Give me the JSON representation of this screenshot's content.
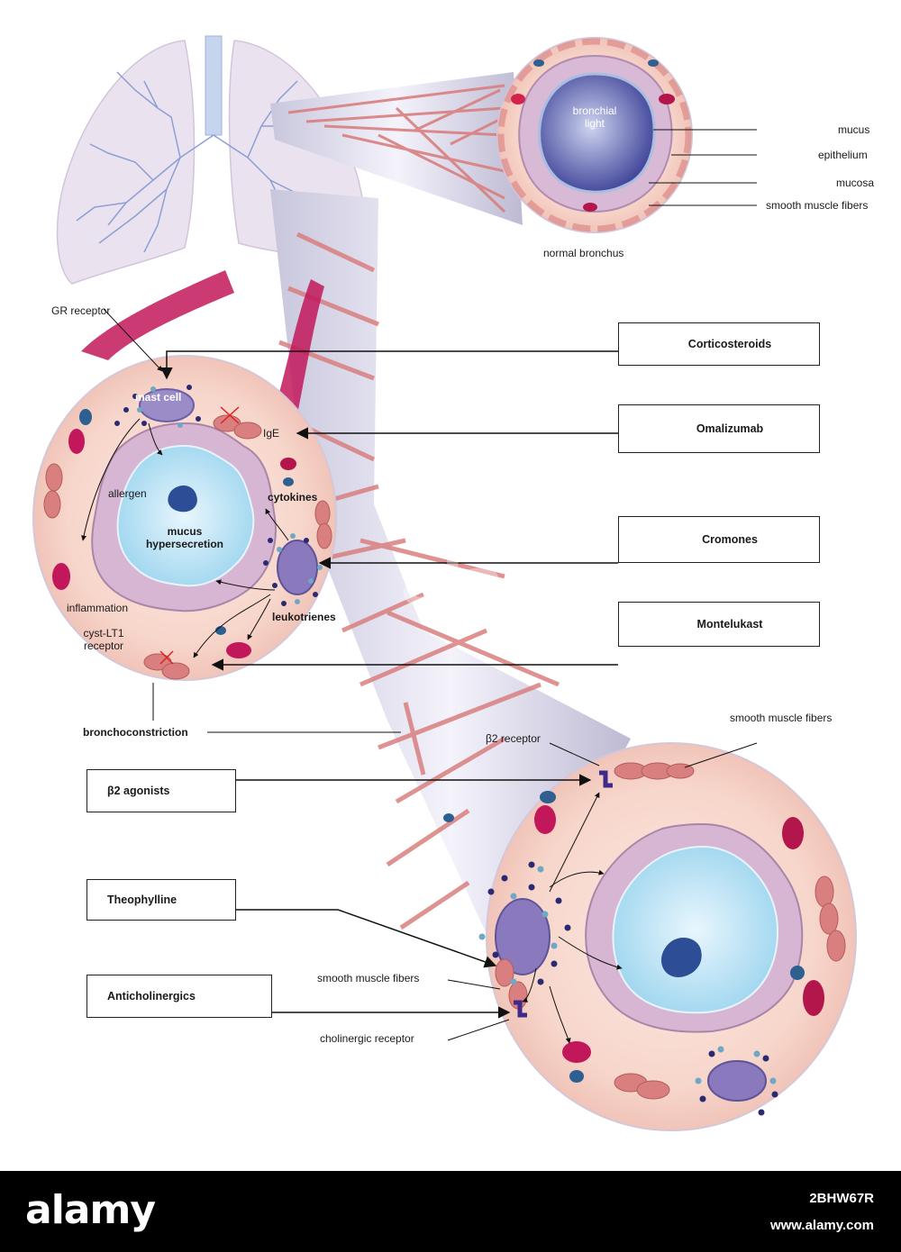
{
  "normal_section": {
    "lumen_label": "bronchial light",
    "caption": "normal bronchus",
    "layer_labels": [
      "mucus",
      "epithelium",
      "mucosa",
      "smooth muscle fibers"
    ]
  },
  "asthma_section": {
    "labels": {
      "gr_receptor": "GR receptor",
      "mast_cell": "mast cell",
      "ige": "IgE",
      "allergen": "allergen",
      "cytokines": "cytokines",
      "mucus_hypersecretion": "mucus hypersecretion",
      "inflammation": "inflammation",
      "leukotrienes": "leukotrienes",
      "cyst_lt1_receptor": "cyst-LT1 receptor",
      "bronchoconstriction": "bronchoconstriction"
    }
  },
  "lower_section": {
    "labels": {
      "smooth_muscle_top": "smooth muscle fibers",
      "beta2_receptor": "β2 receptor",
      "smooth_muscle_bottom": "smooth muscle fibers",
      "cholinergic_receptor": "cholinergic receptor"
    }
  },
  "drugs": {
    "corticosteroids": "Corticosteroids",
    "omalizumab": "Omalizumab",
    "cromones": "Cromones",
    "montelukast": "Montelukast",
    "beta2_agonists": "β2 agonists",
    "theophylline": "Theophylline",
    "anticholinergics": "Anticholinergics"
  },
  "watermark": {
    "text": "alamy"
  },
  "footer": {
    "logo": "alamy",
    "image_id": "2BHW67R",
    "url": "www.alamy.com"
  },
  "colors": {
    "muscle": "#d97f7f",
    "tissue": "#f6d9cc",
    "epithelium": "#c9a3c6",
    "lumen": "#aee0f5",
    "lung": "#ece4f0",
    "bronchi": "#8fa6d6"
  }
}
